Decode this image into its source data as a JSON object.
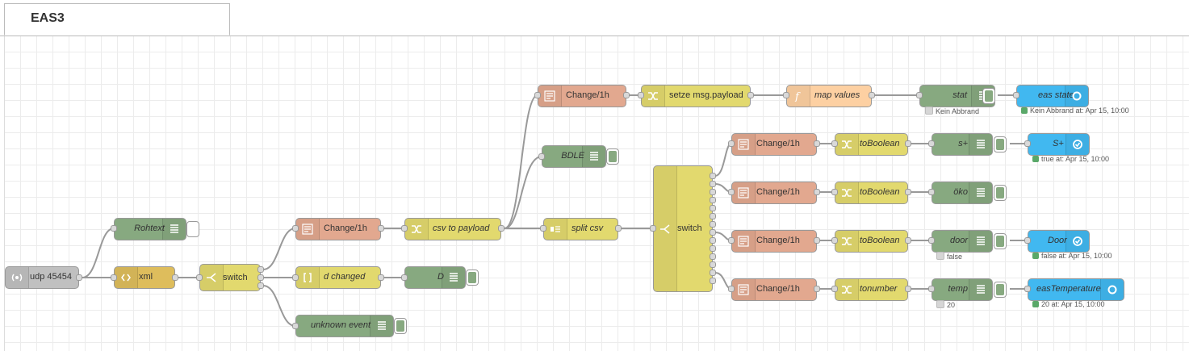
{
  "tab": {
    "label": "EAS3"
  },
  "colors": {
    "udp": "#c0c0c0",
    "xml": "#debd5c",
    "switch": "#e2d96e",
    "change": "#e2a88f",
    "change_node": "#e2d96e",
    "function": "#fdd0a2",
    "debug": "#87a980",
    "dashboard": "#3fadb5",
    "ui": "#41b8f0",
    "rbe": "#e2a88f"
  },
  "nodes": {
    "udp": "udp 45454",
    "rohtext": "Rohtext",
    "xml": "xml",
    "switch1": "switch",
    "change1": "Change/1h",
    "d_changed": "d changed",
    "unknown_event": "unknown event",
    "csv_payload": "csv to payload",
    "d_debug": "D",
    "change_top": "Change/1h",
    "setze": "setze msg.payload",
    "map_values": "map values",
    "stat": "stat",
    "eas_state": "eas state",
    "bdle": "BDLE",
    "split_csv": "split csv",
    "switch2": "switch",
    "change_s": "Change/1h",
    "change_oko": "Change/1h",
    "change_door": "Change/1h",
    "change_temp": "Change/1h",
    "tobool_s": "toBoolean",
    "tobool_oko": "toBoolean",
    "tobool_door": "toBoolean",
    "tonumber": "tonumber",
    "s_plus_debug": "s+",
    "oko_debug": "öko",
    "door_debug": "door",
    "temp_debug": "temp",
    "s_plus_ui": "S+",
    "door_ui": "Door",
    "temp_ui": "easTemperature"
  },
  "status": {
    "stat": "Kein Abbrand",
    "eas_state": "Kein Abbrand at: Apr 15, 10:00",
    "s_plus_ui": "true at: Apr 15, 10:00",
    "door_debug": "false",
    "door_ui": "false at: Apr 15, 10:00",
    "temp_debug": "20",
    "temp_ui": "20 at: Apr 15, 10:00"
  }
}
